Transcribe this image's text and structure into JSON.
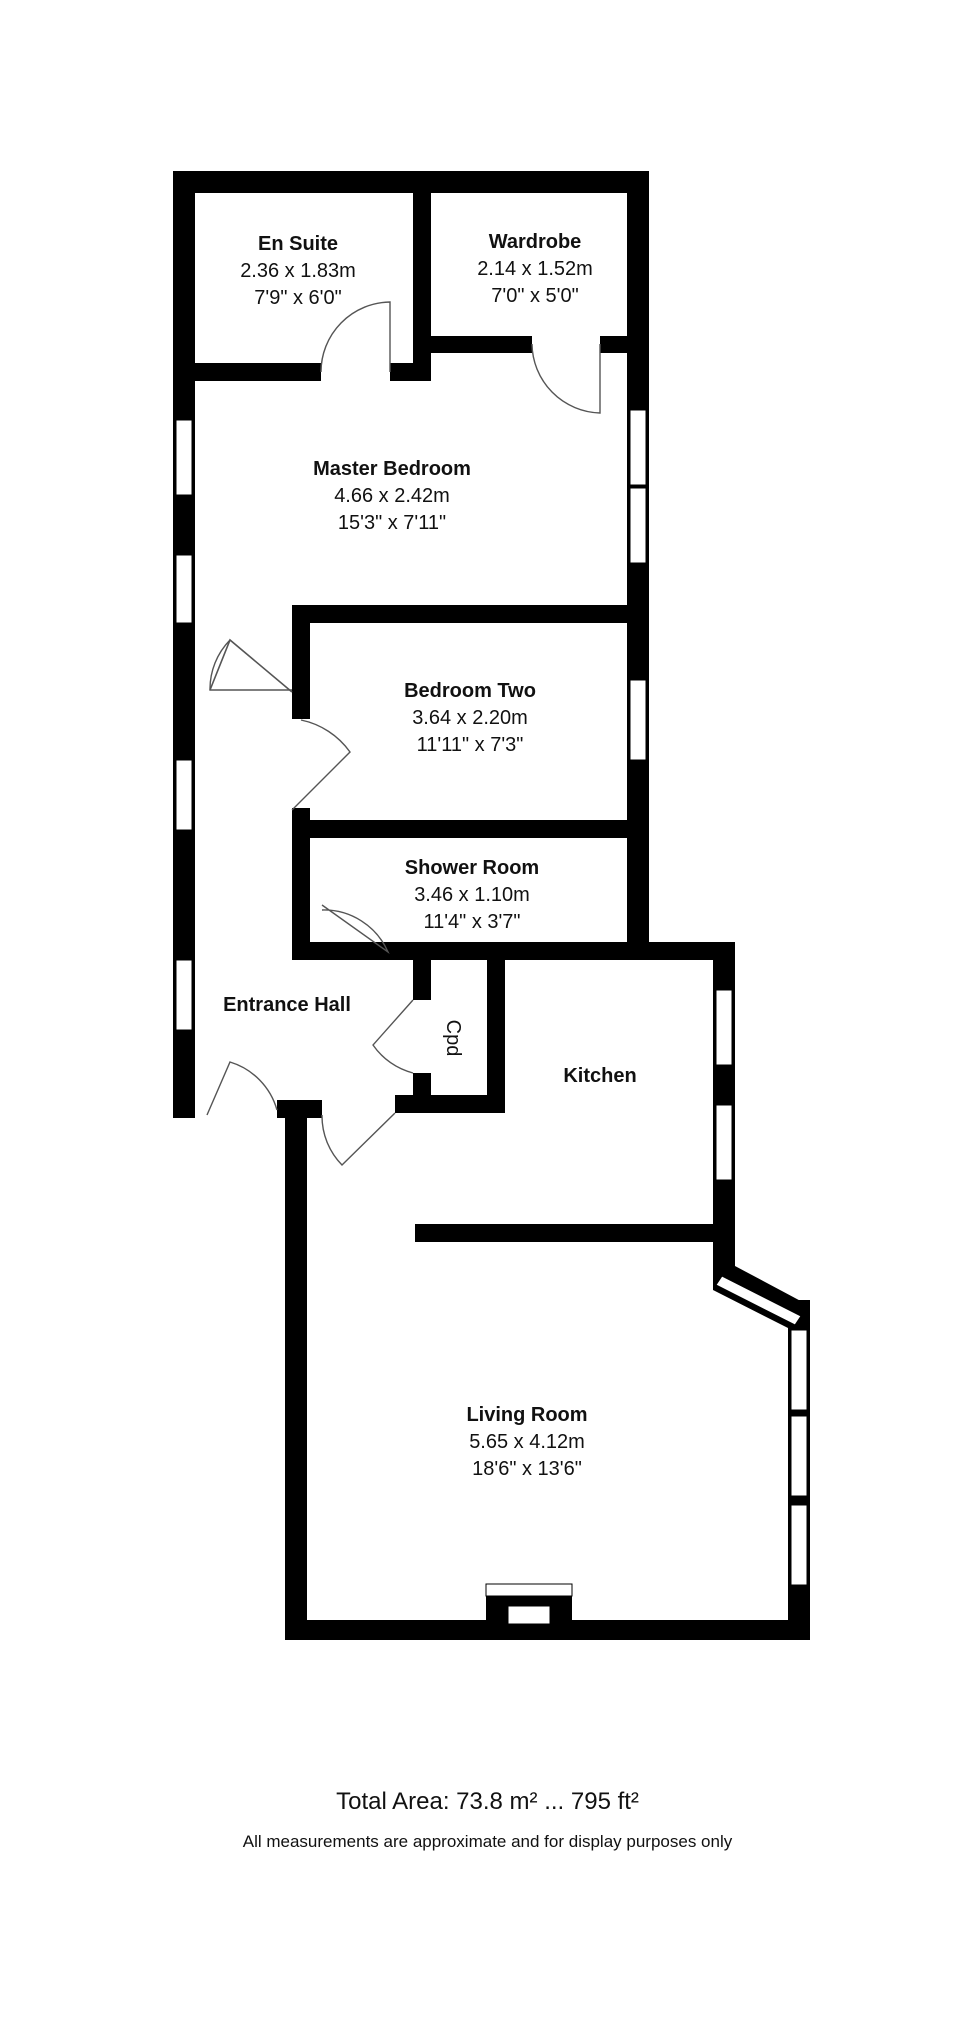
{
  "rooms": {
    "en_suite": {
      "name": "En Suite",
      "metric": "2.36 x 1.83m",
      "imperial": "7'9\" x 6'0\""
    },
    "wardrobe": {
      "name": "Wardrobe",
      "metric": "2.14 x 1.52m",
      "imperial": "7'0\" x 5'0\""
    },
    "master_bedroom": {
      "name": "Master Bedroom",
      "metric": "4.66 x 2.42m",
      "imperial": "15'3\" x 7'11\""
    },
    "bedroom_two": {
      "name": "Bedroom Two",
      "metric": "3.64 x 2.20m",
      "imperial": "11'11\" x 7'3\""
    },
    "shower_room": {
      "name": "Shower Room",
      "metric": "3.46 x 1.10m",
      "imperial": "11'4\" x 3'7\""
    },
    "entrance_hall": {
      "name": "Entrance Hall"
    },
    "cupboard": {
      "name": "Cpd"
    },
    "kitchen": {
      "name": "Kitchen"
    },
    "living_room": {
      "name": "Living Room",
      "metric": "5.65 x 4.12m",
      "imperial": "18'6\" x 13'6\""
    }
  },
  "footer": {
    "total_area": "Total Area: 73.8 m² ... 795 ft²",
    "disclaimer": "All measurements are approximate and for display purposes only"
  },
  "colors": {
    "wall": "#000000",
    "window": "#ffffff",
    "door_arc": "#666666",
    "background": "#ffffff"
  }
}
